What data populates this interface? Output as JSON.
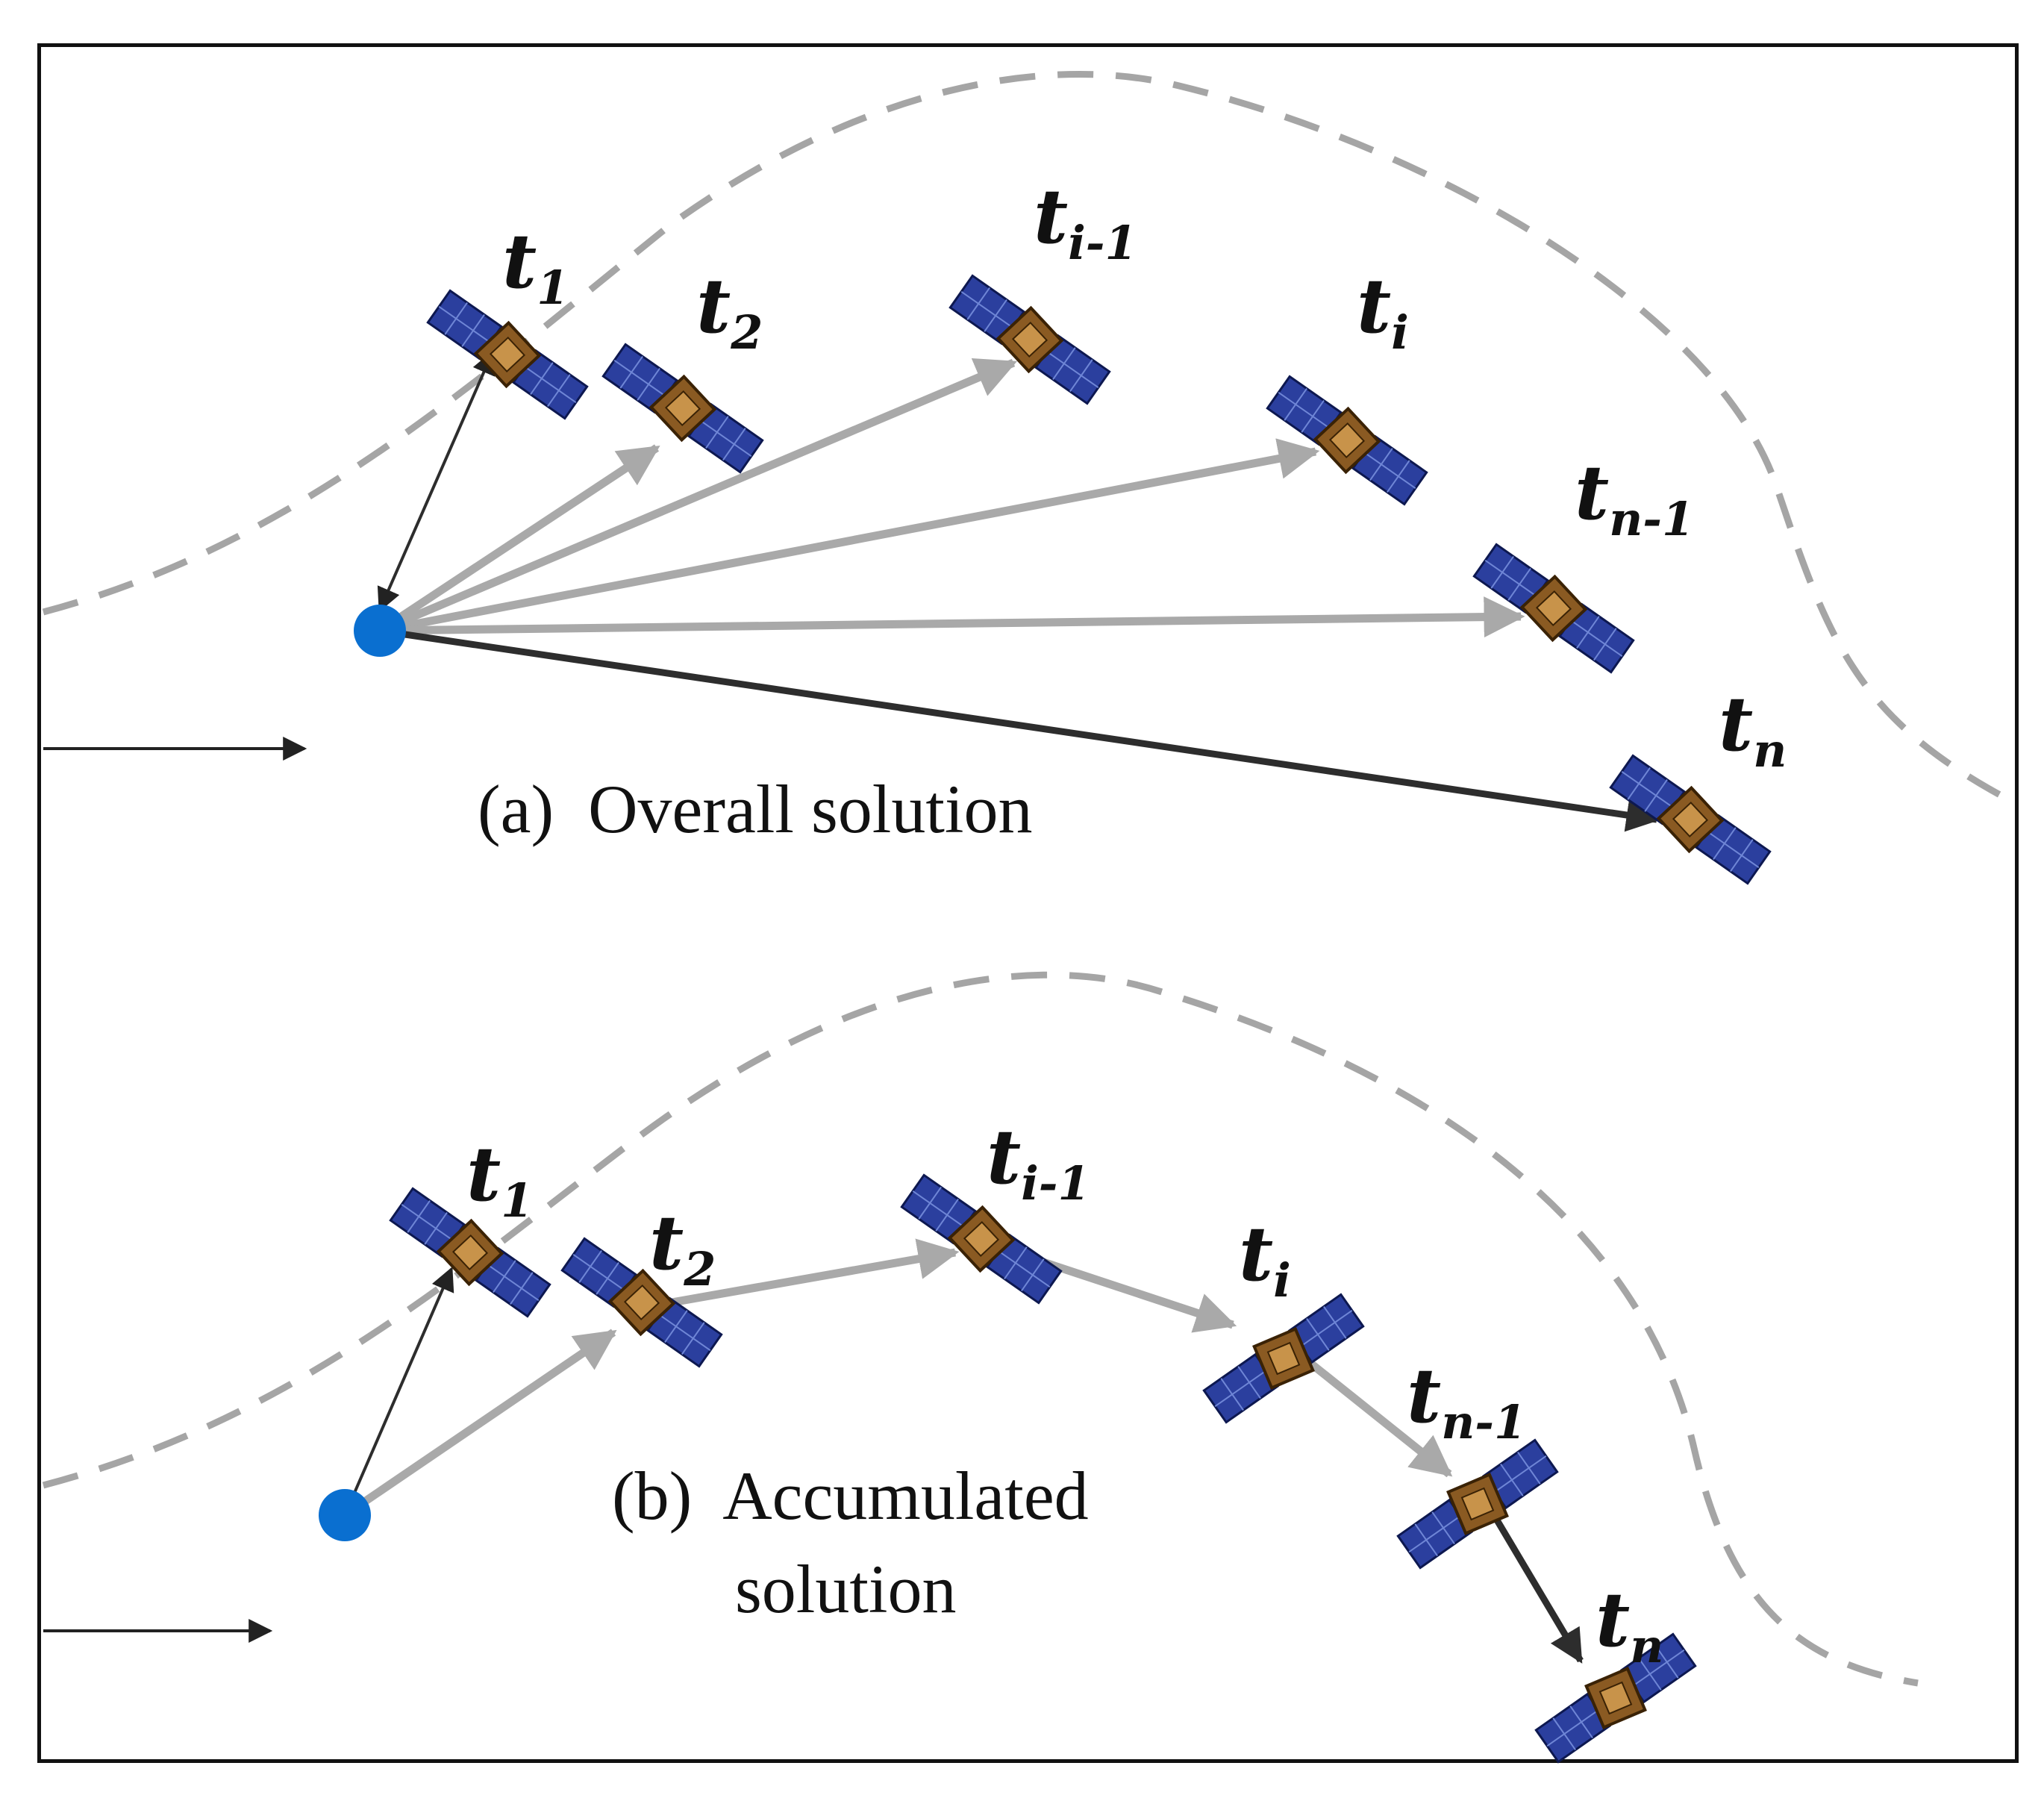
{
  "figure": {
    "panel_a": {
      "caption": "(a)  Overall solution",
      "labels": [
        {
          "main": "t",
          "sub": "1"
        },
        {
          "main": "t",
          "sub": "2"
        },
        {
          "main": "t",
          "sub": "i-1"
        },
        {
          "main": "t",
          "sub": "i"
        },
        {
          "main": "t",
          "sub": "n-1"
        },
        {
          "main": "t",
          "sub": "n"
        }
      ]
    },
    "panel_b": {
      "caption_line1": "(b)  Accumulated",
      "caption_line2": "solution",
      "labels": [
        {
          "main": "t",
          "sub": "1"
        },
        {
          "main": "t",
          "sub": "2"
        },
        {
          "main": "t",
          "sub": "i-1"
        },
        {
          "main": "t",
          "sub": "i"
        },
        {
          "main": "t",
          "sub": "n-1"
        },
        {
          "main": "t",
          "sub": "n"
        }
      ]
    },
    "colors": {
      "station": "#0a6fd0",
      "grey_arrow": "#a9a9a9",
      "dark_arrow": "#2d2d2d",
      "orbit_dash": "#a5a5a5",
      "panel_blue": "#2b3f9e",
      "body_bronze": "#8a5a22"
    },
    "icons": [
      "satellite-icon",
      "ground-station-icon"
    ]
  }
}
